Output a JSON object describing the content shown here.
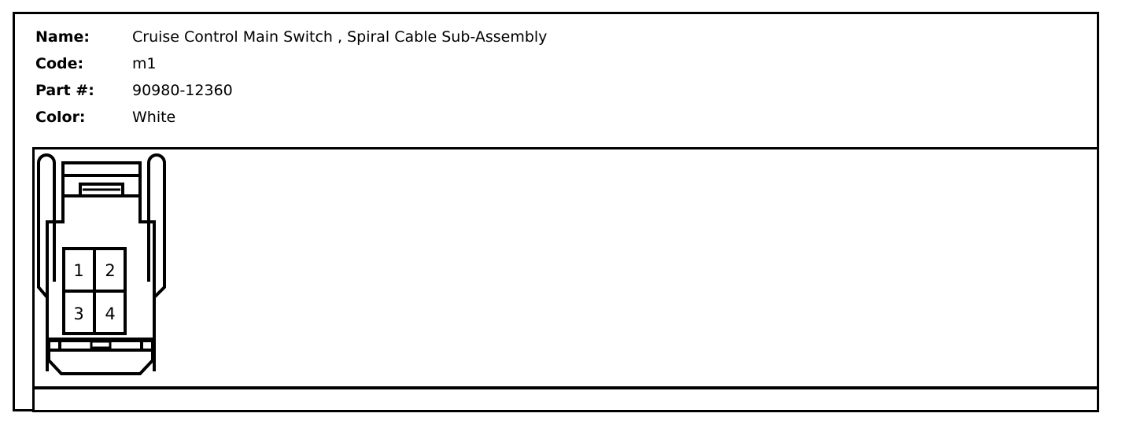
{
  "spec": {
    "rows": [
      {
        "label": "Name:",
        "value": "Cruise Control Main Switch , Spiral Cable Sub-Assembly"
      },
      {
        "label": "Code:",
        "value": "m1"
      },
      {
        "label": "Part #:",
        "value": "90980-12360"
      },
      {
        "label": "Color:",
        "value": "White"
      }
    ]
  },
  "connector": {
    "name": "connector-diagram",
    "pin_count": 4,
    "pins": [
      {
        "number": "1",
        "row": 0,
        "col": 0
      },
      {
        "number": "2",
        "row": 0,
        "col": 1
      },
      {
        "number": "3",
        "row": 1,
        "col": 0
      },
      {
        "number": "4",
        "row": 1,
        "col": 1
      }
    ]
  },
  "colors": {
    "line": "#000000",
    "background": "#ffffff"
  }
}
